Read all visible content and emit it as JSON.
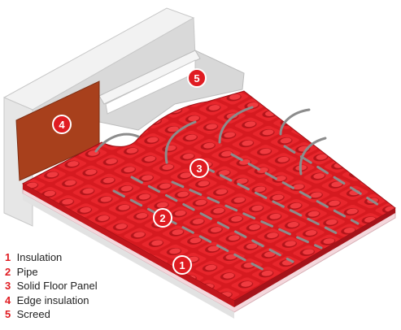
{
  "colors": {
    "panel_red": "#e01c22",
    "panel_dark": "#b0141a",
    "edge_insulation": "#b0401c",
    "screed": "#dcdcdc",
    "wall": "#eeeeee",
    "badge": "#e01c22",
    "pipe": "#8a8a8a"
  },
  "callouts": [
    {
      "number": "1",
      "label": "Insulation"
    },
    {
      "number": "2",
      "label": "Pipe"
    },
    {
      "number": "3",
      "label": "Solid Floor Panel"
    },
    {
      "number": "4",
      "label": "Edge insulation"
    },
    {
      "number": "5",
      "label": "Screed"
    }
  ]
}
